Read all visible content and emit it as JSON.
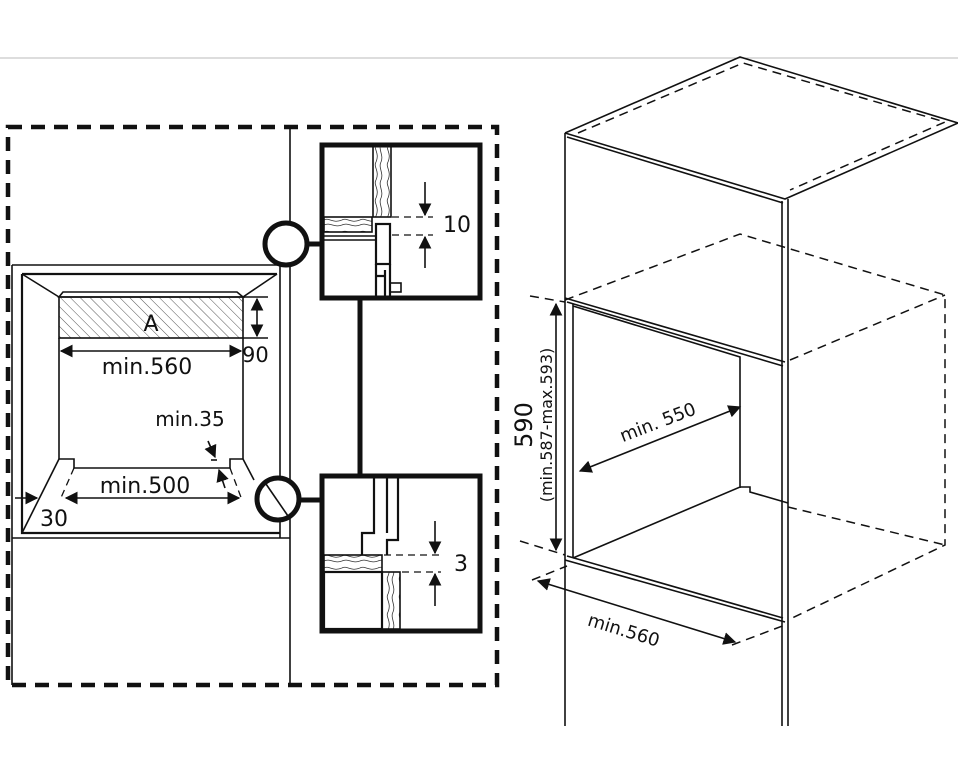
{
  "front_view": {
    "zone_label": "A",
    "width_top": "min.560",
    "height_top": "90",
    "gap_side": "min.35",
    "width_bottom": "min.500",
    "depth_side": "30"
  },
  "detail_top": {
    "gap": "10"
  },
  "detail_bottom": {
    "gap": "3"
  },
  "cabinet_view": {
    "height": "590",
    "height_range": "(min.587-max.593)",
    "depth": "min. 550",
    "width": "min.560"
  },
  "colors": {
    "line": "#111111",
    "background": "#ffffff",
    "rule": "#bbbbbb"
  }
}
